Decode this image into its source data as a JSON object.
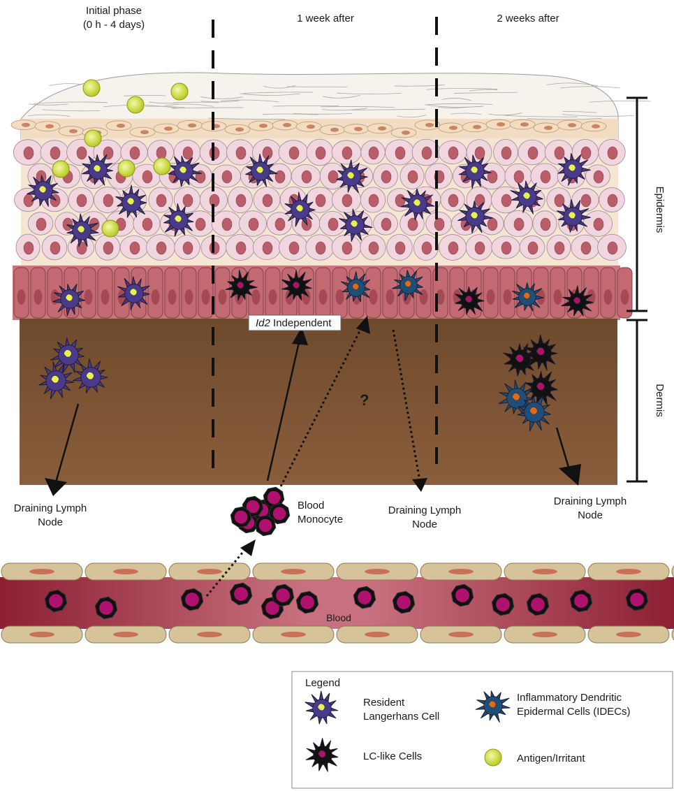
{
  "phases": {
    "initial_line1": "Initial phase",
    "initial_line2": "(0 h - 4 days)",
    "week1": "1 week after",
    "week2": "2 weeks after"
  },
  "layers": {
    "epidermis": "Epidermis",
    "dermis": "Dermis"
  },
  "annotations": {
    "id2_gene": "Id2",
    "id2_rest": " Independent",
    "question": "?",
    "blood": "Blood"
  },
  "labels": {
    "draining1": [
      "Draining Lymph",
      "Node"
    ],
    "monocyte": [
      "Blood",
      "Monocyte"
    ],
    "draining2": [
      "Draining Lymph",
      "Node"
    ],
    "draining3": [
      "Draining Lymph",
      "Node"
    ]
  },
  "legend": {
    "title": "Legend",
    "resident": [
      "Resident",
      "Langerhans Cell"
    ],
    "lclike": "LC-like Cells",
    "idecs": [
      "Inflammatory Dendritic",
      "Epidermal Cells (IDECs)"
    ],
    "antigen": "Antigen/Irritant"
  },
  "colors": {
    "langerhans": "#4a3a8c",
    "lc_like": "#111111",
    "idec": "#1f4f78",
    "antigen": "#c9dc2a",
    "nucleus_magenta": "#b0106e",
    "nucleus_yellow": "#e8ef5a",
    "nucleus_orange": "#e06a1c",
    "dermis": "#7a5234",
    "blood": "#9c2a3c"
  }
}
